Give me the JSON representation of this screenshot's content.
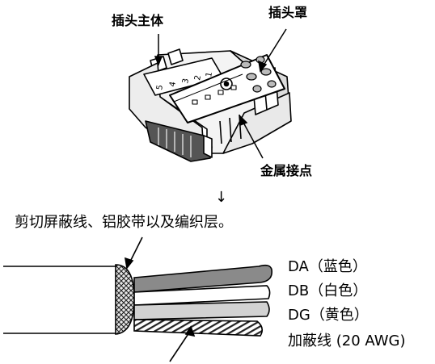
{
  "connector": {
    "plug_body_label": "插头主体",
    "plug_cover_label": "插头罩",
    "metal_contact_label": "金属接点",
    "pin_numbers": [
      "5",
      "4",
      "3",
      "2",
      "1"
    ]
  },
  "arrow_glyph": "↓",
  "instruction": "剪切屏蔽线、铝胶带以及编织层。",
  "wires": [
    {
      "code": "DA",
      "color_text": "（蓝色）"
    },
    {
      "code": "DB",
      "color_text": "（白色）"
    },
    {
      "code": "DG",
      "color_text": "（黄色）"
    }
  ],
  "shield_label": "加蔽线 (20 AWG)"
}
